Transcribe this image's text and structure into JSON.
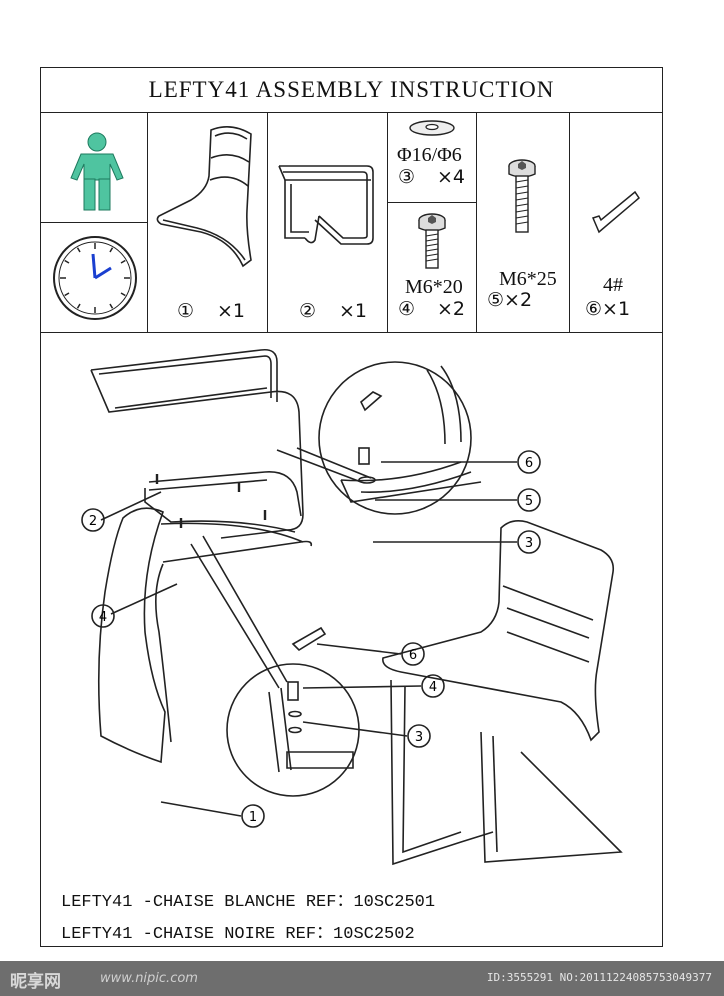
{
  "title": "LEFTY41 ASSEMBLY INSTRUCTION",
  "parts": {
    "p1": {
      "num": "①",
      "qty": "×1"
    },
    "p2": {
      "num": "②",
      "qty": "×1"
    },
    "p3": {
      "spec": "Φ16/Φ6",
      "num": "③",
      "qty": "×4"
    },
    "p4": {
      "spec": "M6*20",
      "num": "④",
      "qty": "×2"
    },
    "p5": {
      "spec": "M6*25",
      "num_qty": "⑤×2"
    },
    "p6": {
      "spec": "4#",
      "num_qty": "⑥×1"
    }
  },
  "callouts": [
    "6",
    "5",
    "3",
    "2",
    "4",
    "6",
    "4",
    "3",
    "1"
  ],
  "refs": [
    "LEFTY41 -CHAISE BLANCHE REF：10SC2501",
    "LEFTY41 -CHAISE NOIRE REF：10SC2502"
  ],
  "watermark": {
    "brand": "昵享网",
    "url": "www.nipic.com",
    "id": "ID:3555291 NO:20111224085753049377"
  },
  "colors": {
    "person_icon": "#4fc4a0",
    "clock_hands": "#1a3fd0"
  }
}
